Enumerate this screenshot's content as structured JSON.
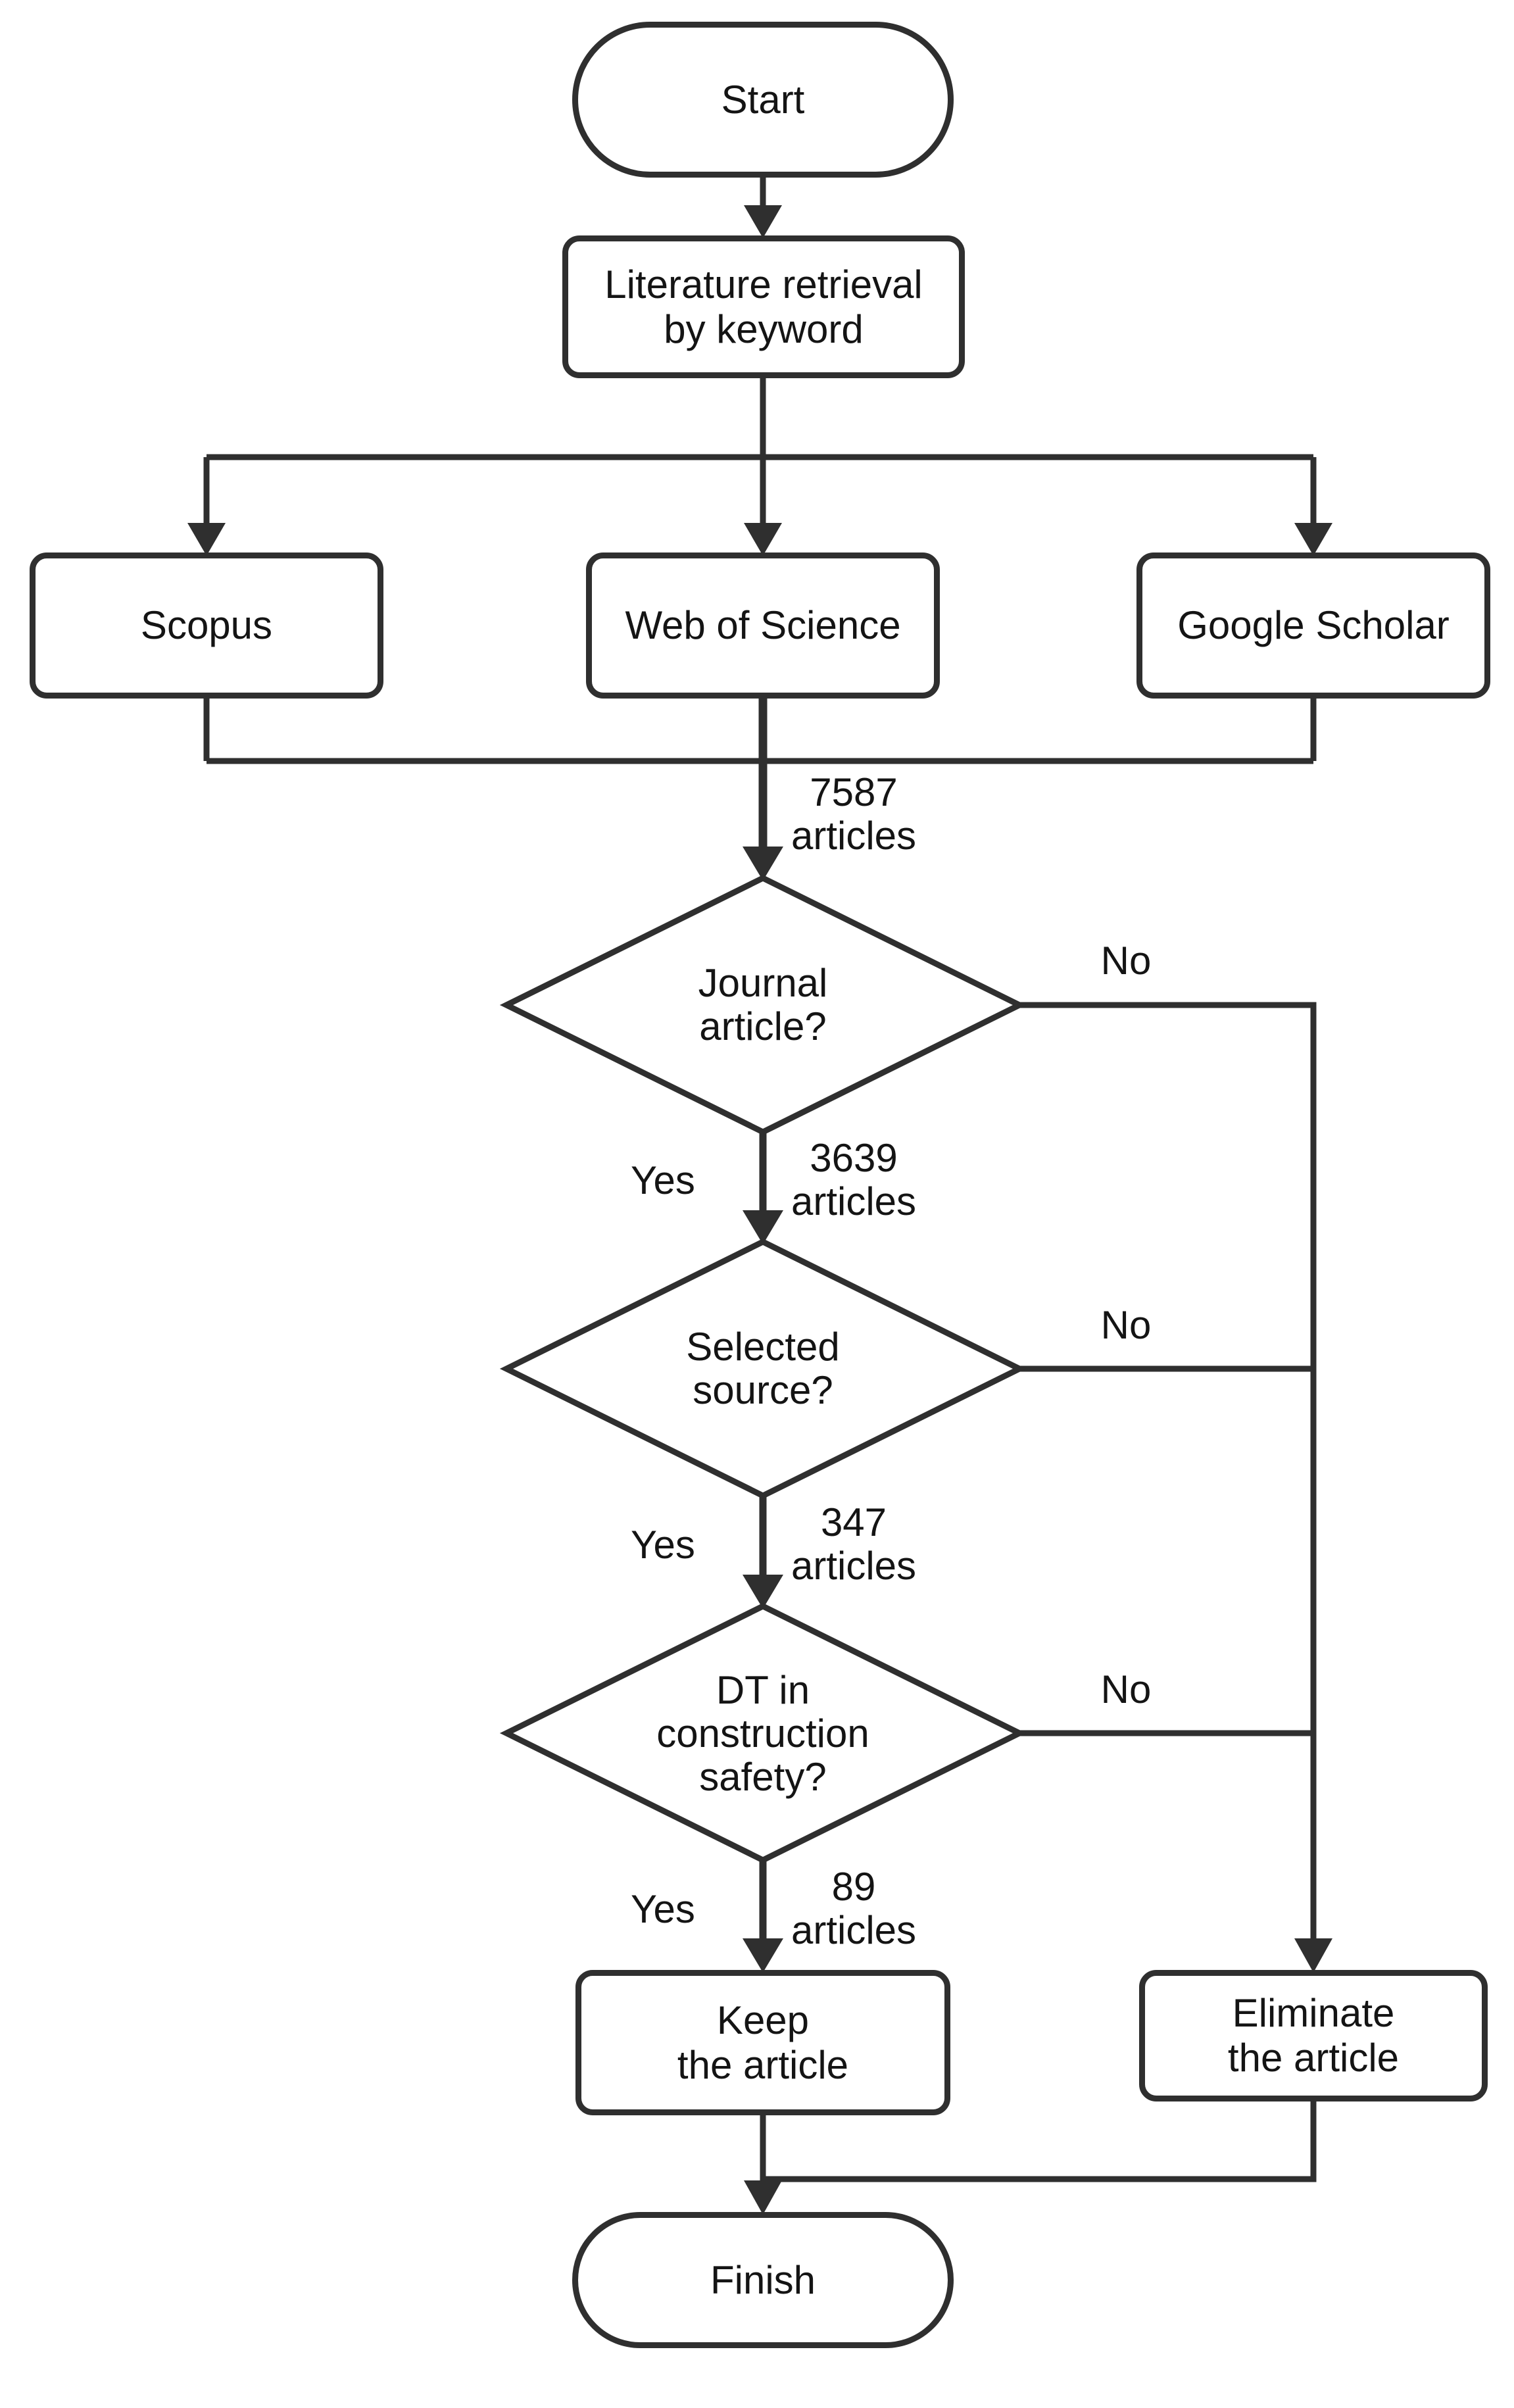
{
  "colors": {
    "stroke": "#2f2f2f",
    "text": "#141414",
    "node_fill": "#ffffff",
    "background": "#ffffff"
  },
  "nodes": {
    "start": {
      "type": "terminator",
      "label": "Start"
    },
    "literature_retrieval": {
      "type": "process",
      "lines": [
        "Literature retrieval",
        "by keyword"
      ]
    },
    "scopus": {
      "type": "process",
      "label": "Scopus"
    },
    "web_of_science": {
      "type": "process",
      "label": "Web of Science"
    },
    "google_scholar": {
      "type": "process",
      "label": "Google Scholar"
    },
    "journal_article": {
      "type": "decision",
      "lines": [
        "Journal",
        "article?"
      ]
    },
    "selected_source": {
      "type": "decision",
      "lines": [
        "Selected",
        "source?"
      ]
    },
    "dt_construction_safety": {
      "type": "decision",
      "lines": [
        "DT in",
        "construction",
        "safety?"
      ]
    },
    "keep_article": {
      "type": "process",
      "lines": [
        "Keep",
        "the article"
      ]
    },
    "eliminate_article": {
      "type": "process",
      "lines": [
        "Eliminate",
        "the article"
      ]
    },
    "finish": {
      "type": "terminator",
      "label": "Finish"
    }
  },
  "edge_labels": {
    "yes": "Yes",
    "no": "No",
    "count_7587": {
      "lines": [
        "7587",
        "articles"
      ]
    },
    "count_3639": {
      "lines": [
        "3639",
        "articles"
      ]
    },
    "count_347": {
      "lines": [
        "347",
        "articles"
      ]
    },
    "count_89": {
      "lines": [
        "89",
        "articles"
      ]
    }
  },
  "edges": [
    {
      "from": "start",
      "to": "literature_retrieval"
    },
    {
      "from": "literature_retrieval",
      "to": "scopus"
    },
    {
      "from": "literature_retrieval",
      "to": "web_of_science"
    },
    {
      "from": "literature_retrieval",
      "to": "google_scholar"
    },
    {
      "from": "scopus,web_of_science,google_scholar",
      "to": "journal_article",
      "label_ref": "count_7587"
    },
    {
      "from": "journal_article",
      "to": "selected_source",
      "decision": "yes",
      "label_ref": "count_3639"
    },
    {
      "from": "journal_article",
      "to": "eliminate_article",
      "decision": "no"
    },
    {
      "from": "selected_source",
      "to": "dt_construction_safety",
      "decision": "yes",
      "label_ref": "count_347"
    },
    {
      "from": "selected_source",
      "to": "eliminate_article",
      "decision": "no"
    },
    {
      "from": "dt_construction_safety",
      "to": "keep_article",
      "decision": "yes",
      "label_ref": "count_89"
    },
    {
      "from": "dt_construction_safety",
      "to": "eliminate_article",
      "decision": "no"
    },
    {
      "from": "keep_article",
      "to": "finish"
    },
    {
      "from": "eliminate_article",
      "to": "finish"
    }
  ]
}
